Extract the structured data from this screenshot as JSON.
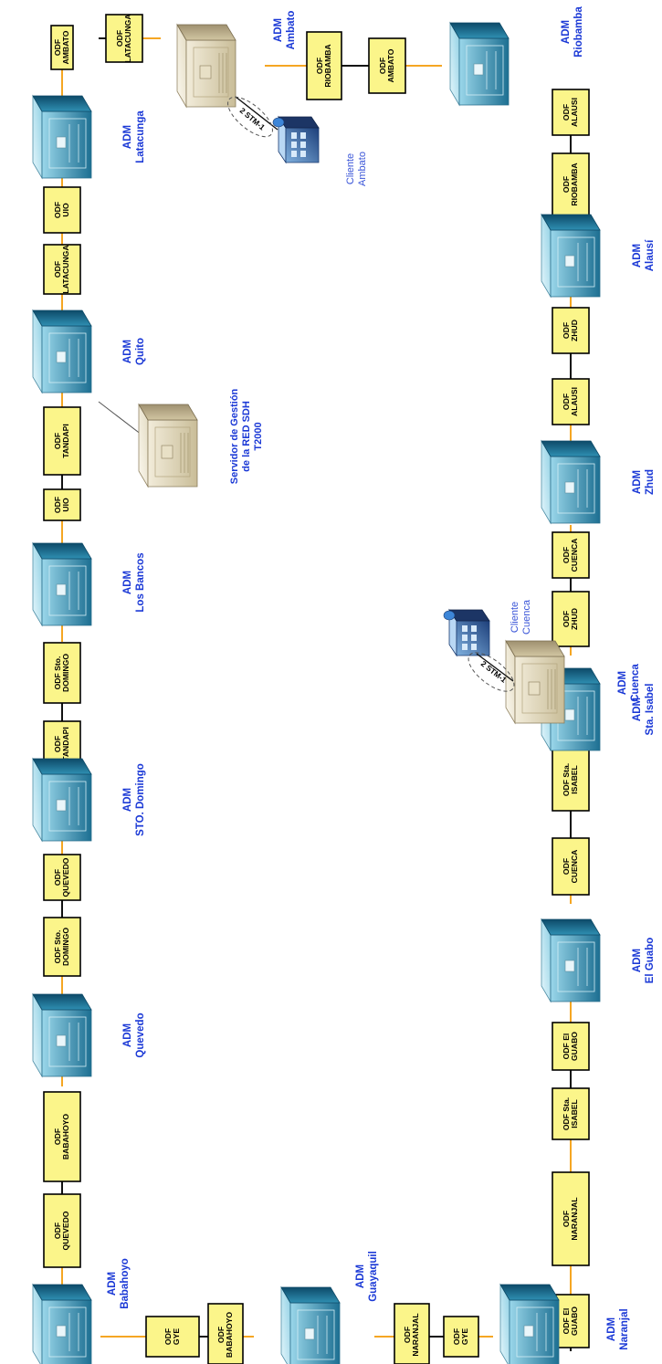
{
  "odf": {
    "o1": "ODF\nAMBATO",
    "o2": "ODF\nLATACUNGA",
    "o3": "ODF\nUIO",
    "o4": "ODF\nLATACUNGA",
    "o5": "ODF\nTANDAPI",
    "o6": "ODF\nUIO",
    "o7": "ODF Sto.\nDOMINGO",
    "o8": "ODF\nTANDAPI",
    "o9": "ODF\nQUEVEDO",
    "o10": "ODF Sto.\nDOMINGO",
    "o11": "ODF\nBABAHOYO",
    "o12": "ODF\nQUEVEDO",
    "o13": "ODF\nGYE",
    "o14": "ODF\nBABAHOYO",
    "o15": "ODF\nNARANJAL",
    "o16": "ODF\nGYE",
    "r1": "ODF\nRIOBAMBA",
    "r2": "ODF\nAMBATO",
    "r3": "ODF\nALAUSI",
    "r4": "ODF\nRIOBAMBA",
    "r5": "ODF\nZHUD",
    "r6": "ODF\nALAUSI",
    "r7": "ODF\nCUENCA",
    "r8": "ODF\nZHUD",
    "r9": "ODF Sta.\nISABEL",
    "r10": "ODF\nCUENCA",
    "r11": "ODF El\nGUABO",
    "r12": "ODF Sta.\nISABEL",
    "r13": "ODF\nNARANJAL",
    "r14": "ODF El\nGUABO"
  },
  "adm": {
    "latacunga": "ADM\nLatacunga",
    "quito": "ADM\nQuito",
    "los_bancos": "ADM\nLos Bancos",
    "sto_domingo": "ADM\nSTO. Domingo",
    "quevedo": "ADM\nQuevedo",
    "babahoyo": "ADM\nBabahoyo",
    "guayaquil": "ADM\nGuayaquil",
    "naranjal": "ADM\nNaranjal",
    "el_guabo": "ADM\nEl Guabo",
    "sta_isabel": "ADM\nSta. Isabel",
    "cuenca": "ADM\nCuenca",
    "zhud": "ADM\nZhud",
    "alausi": "ADM\nAlausí",
    "riobamba": "ADM\nRiobamba",
    "ambato": "ADM\nAmbato"
  },
  "server": "Servidor de Gestión\nde la RED SDH\nT2000",
  "clients": {
    "ambato": "Cliente\nAmbato",
    "cuenca": "Cliente\nCuenca"
  },
  "stm": "2 STM-1",
  "colors": {
    "link_orange": "#f5a623",
    "odf_fill": "#fbf58a",
    "label_blue": "#1b39d6"
  }
}
